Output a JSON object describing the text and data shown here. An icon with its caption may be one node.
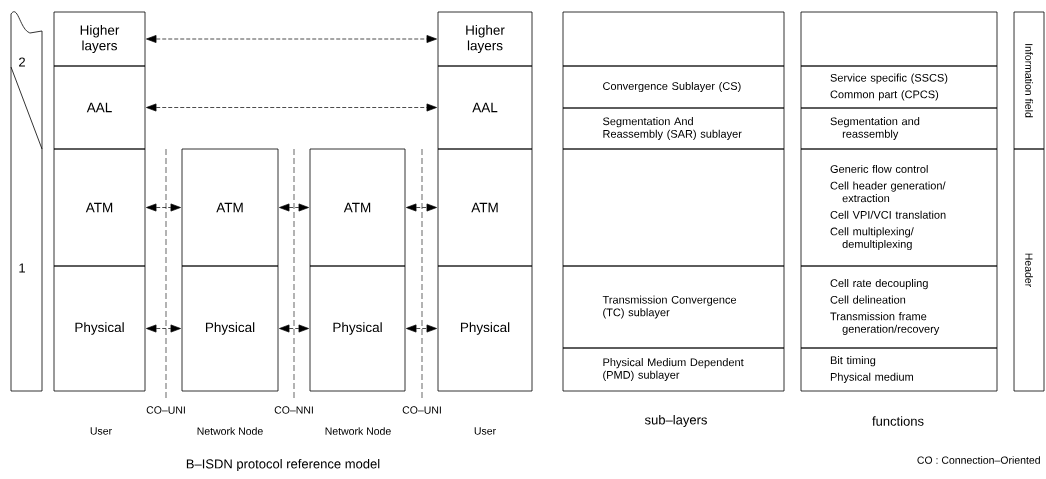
{
  "diagram": {
    "caption": "B–ISDN protocol reference model",
    "nodes": [
      {
        "text": [
          "Higher layers"
        ]
      },
      {
        "text": [
          "AAL"
        ]
      },
      {
        "text": [
          "ATM"
        ]
      },
      {
        "text": [
          "Physical"
        ]
      },
      {
        "text": [
          "ATM"
        ]
      },
      {
        "text": [
          "Physical"
        ]
      },
      {
        "text": [
          "ATM"
        ]
      },
      {
        "text": [
          "Physical"
        ]
      },
      {
        "text": [
          "Higher layers"
        ]
      },
      {
        "text": [
          "AAL"
        ]
      },
      {
        "text": [
          "ATM"
        ]
      },
      {
        "text": [
          "Physical"
        ]
      },
      {
        "text": [],
        "shape": "box"
      },
      {
        "text": [
          "Convergence Sublayer (CS)"
        ]
      },
      {
        "text": [
          "Segmentation And Reassembly (SAR) sublayer"
        ]
      },
      {
        "text": [],
        "shape": "box"
      },
      {
        "text": [
          "Transmission Convergence (TC) sublayer"
        ]
      },
      {
        "text": [
          "Physical Medium Dependent (PMD) sublayer"
        ]
      },
      {
        "text": [],
        "shape": "box"
      },
      {
        "text": [
          "Service specific (SSCS)",
          "Common part (CPCS)"
        ]
      },
      {
        "text": [
          "Segmentation and reassembly"
        ]
      },
      {
        "text": [
          "Generic flow control",
          "Cell header generation/ extraction",
          "Cell VPI/VCI translation",
          "Cell multiplexing/ demultiplexing"
        ]
      },
      {
        "text": [
          "Cell rate decoupling",
          "Cell delineation",
          "Transmission frame generation/recovery"
        ]
      },
      {
        "text": [
          "Bit timing",
          "Physical medium"
        ]
      },
      {
        "text": [
          "Information field"
        ]
      },
      {
        "text": [
          "Header"
        ]
      }
    ],
    "edges": [
      {
        "from": 0,
        "to": 8,
        "arrow": "both",
        "style": "dashed"
      },
      {
        "from": 1,
        "to": 9,
        "arrow": "both",
        "style": "dashed"
      },
      {
        "from": 2,
        "to": 4,
        "arrow": "both",
        "style": "dashed"
      },
      {
        "from": 4,
        "to": 6,
        "arrow": "both",
        "style": "dashed"
      },
      {
        "from": 6,
        "to": 10,
        "arrow": "both",
        "style": "dashed"
      },
      {
        "from": 3,
        "to": 5,
        "arrow": "both",
        "style": "dashed"
      },
      {
        "from": 5,
        "to": 7,
        "arrow": "both",
        "style": "dashed"
      },
      {
        "from": 7,
        "to": 11,
        "arrow": "both",
        "style": "dashed"
      }
    ],
    "labels": [
      "2",
      "1",
      "CO–UNI",
      "CO–NNI",
      "CO–UNI",
      "User",
      "Network Node",
      "Network Node",
      "User",
      "sub–layers",
      "functions",
      "CO : Connection–Oriented"
    ]
  }
}
